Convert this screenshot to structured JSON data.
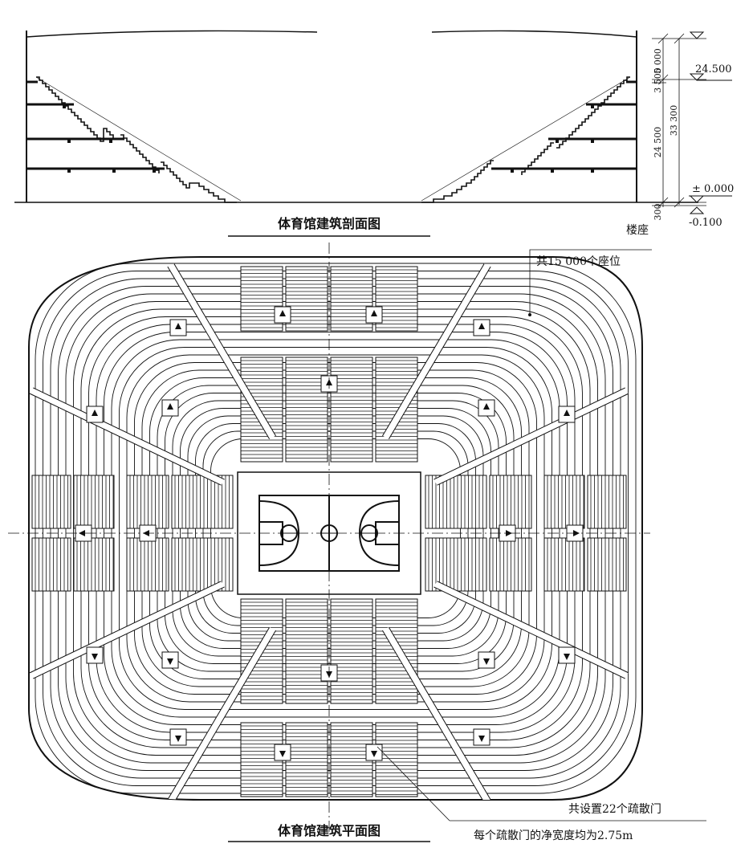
{
  "section": {
    "title": "体育馆建筑剖面图",
    "elevations": {
      "top": "24.500",
      "ground": "± 0.000",
      "basement": "-0.100"
    },
    "dimensions": {
      "d1": "5 000",
      "d2": "3 500",
      "d3": "24 500",
      "total": "33 300",
      "base": "300"
    }
  },
  "plan": {
    "title": "体育馆建筑平面图",
    "balcony_label": "楼座",
    "seat_count_label": "共15 000个座位",
    "exits_label": "共设置22个疏散门",
    "exit_width_label": "每个疏散门的净宽度均为2.75m"
  }
}
